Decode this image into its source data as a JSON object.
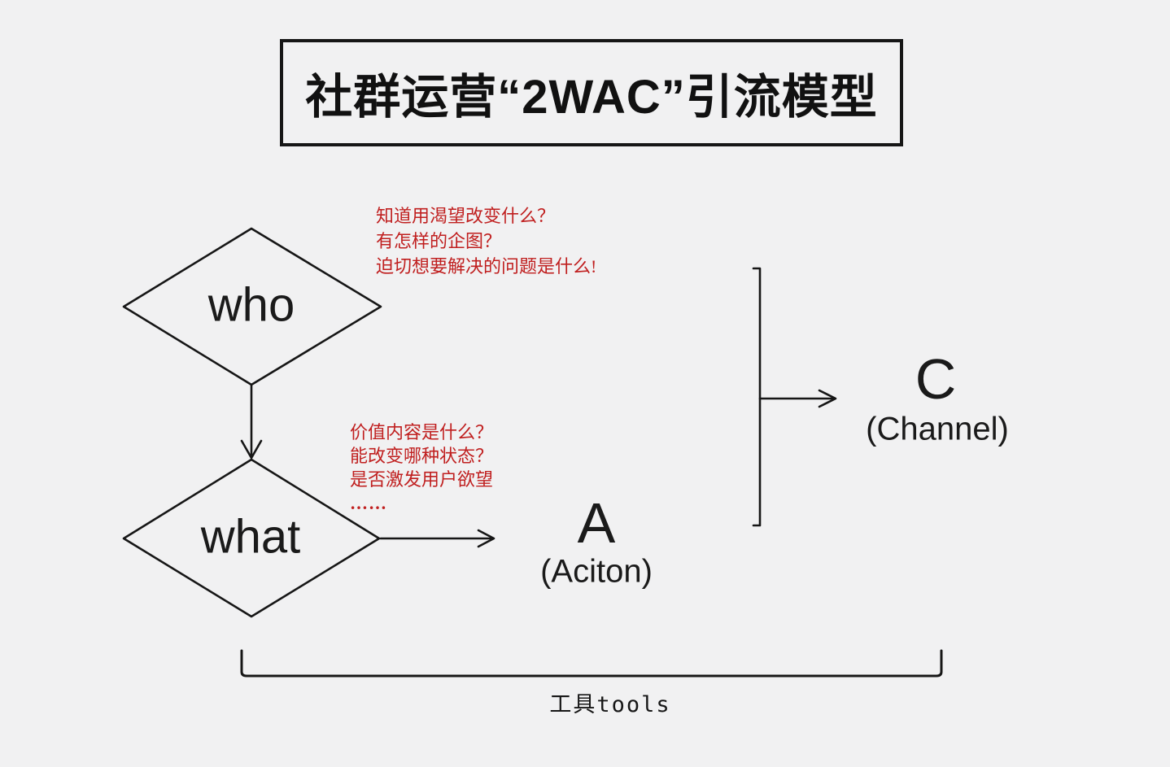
{
  "page": {
    "background_color": "#f1f1f2",
    "ink_color": "#161616",
    "note_color": "#c01f1f"
  },
  "title": {
    "text": "社群运营“2WAC”引流模型"
  },
  "diagram": {
    "who": {
      "label": "who",
      "notes": [
        "知道用渴望改变什么？",
        "有怎样的企图？",
        "迫切想要解决的问题是什么!"
      ]
    },
    "what": {
      "label": "what",
      "notes": [
        "价值内容是什么？",
        "能改变哪种状态？",
        "是否激发用户欲望",
        "……"
      ]
    },
    "action": {
      "letter": "A",
      "caption": "(Aciton)"
    },
    "channel": {
      "letter": "C",
      "caption": "(Channel)"
    },
    "tools": {
      "label": "工具tools"
    }
  }
}
